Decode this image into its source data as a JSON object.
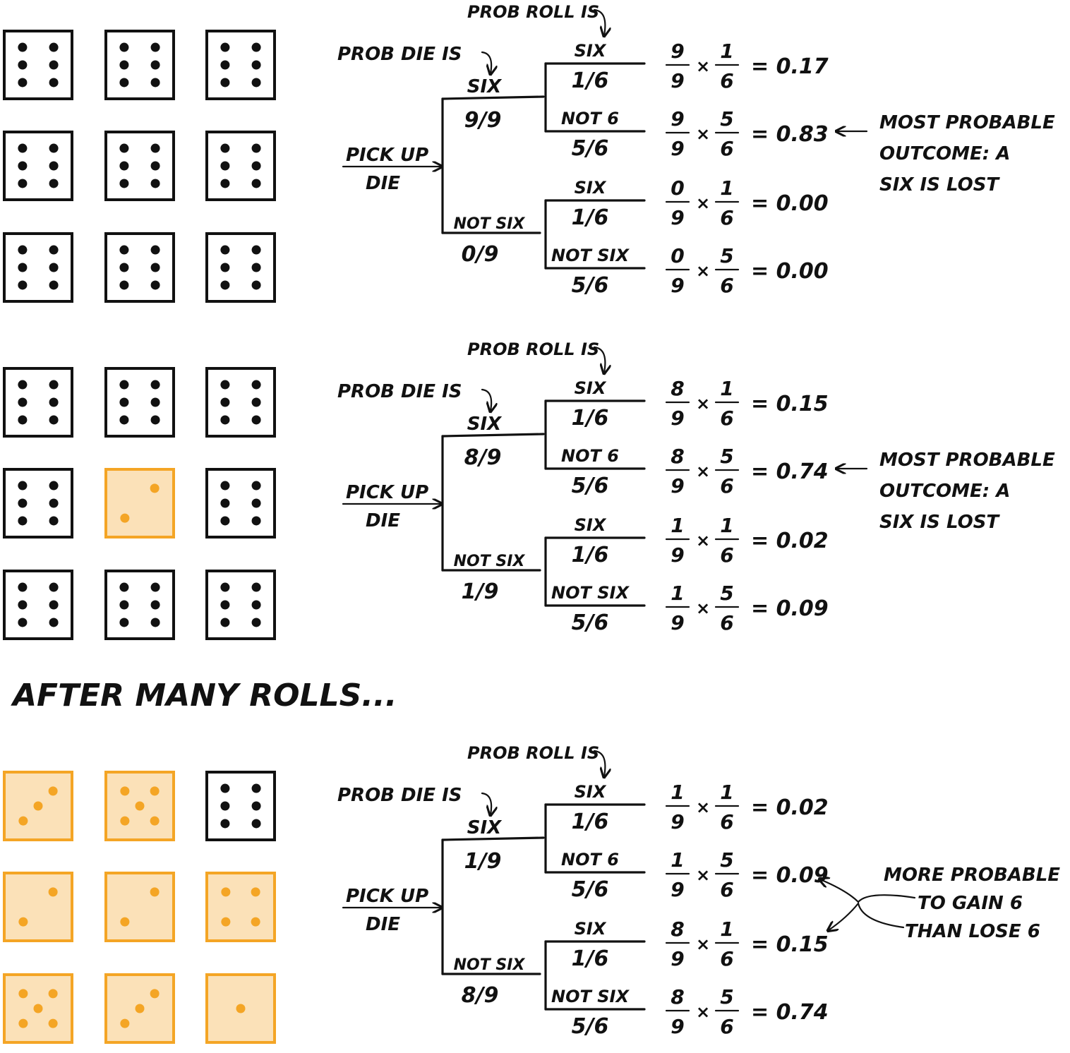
{
  "annotations": {
    "prob_roll_is": "PROB ROLL IS",
    "prob_die_is": "PROB DIE IS",
    "pick_up": "PICK UP",
    "die": "DIE"
  },
  "separator_text": "AFTER MANY ROLLS...",
  "trees": [
    {
      "dice_faces": [
        6,
        6,
        6,
        6,
        6,
        6,
        6,
        6,
        6
      ],
      "changed": [
        false,
        false,
        false,
        false,
        false,
        false,
        false,
        false,
        false
      ],
      "die_six_label": "SIX",
      "die_six_prob": "9/9",
      "die_not_label": "NOT SIX",
      "die_not_prob": "0/9",
      "leaves": [
        {
          "label": "SIX",
          "prob": "1/6",
          "a_num": "9",
          "a_den": "9",
          "b_num": "1",
          "b_den": "6",
          "result": "= 0.17"
        },
        {
          "label": "NOT 6",
          "prob": "5/6",
          "a_num": "9",
          "a_den": "9",
          "b_num": "5",
          "b_den": "6",
          "result": "= 0.83"
        },
        {
          "label": "SIX",
          "prob": "1/6",
          "a_num": "0",
          "a_den": "9",
          "b_num": "1",
          "b_den": "6",
          "result": "= 0.00"
        },
        {
          "label": "NOT SIX",
          "prob": "5/6",
          "a_num": "0",
          "a_den": "9",
          "b_num": "5",
          "b_den": "6",
          "result": "= 0.00"
        }
      ],
      "note_lines": [
        "MOST PROBABLE",
        "OUTCOME: A",
        "SIX IS LOST"
      ]
    },
    {
      "dice_faces": [
        6,
        6,
        6,
        6,
        2,
        6,
        6,
        6,
        6
      ],
      "changed": [
        false,
        false,
        false,
        false,
        true,
        false,
        false,
        false,
        false
      ],
      "die_six_label": "SIX",
      "die_six_prob": "8/9",
      "die_not_label": "NOT SIX",
      "die_not_prob": "1/9",
      "leaves": [
        {
          "label": "SIX",
          "prob": "1/6",
          "a_num": "8",
          "a_den": "9",
          "b_num": "1",
          "b_den": "6",
          "result": "= 0.15"
        },
        {
          "label": "NOT 6",
          "prob": "5/6",
          "a_num": "8",
          "a_den": "9",
          "b_num": "5",
          "b_den": "6",
          "result": "= 0.74"
        },
        {
          "label": "SIX",
          "prob": "1/6",
          "a_num": "1",
          "a_den": "9",
          "b_num": "1",
          "b_den": "6",
          "result": "= 0.02"
        },
        {
          "label": "NOT SIX",
          "prob": "5/6",
          "a_num": "1",
          "a_den": "9",
          "b_num": "5",
          "b_den": "6",
          "result": "= 0.09"
        }
      ],
      "note_lines": [
        "MOST PROBABLE",
        "OUTCOME: A",
        "SIX IS LOST"
      ]
    },
    {
      "dice_faces": [
        3,
        5,
        6,
        2,
        2,
        4,
        5,
        3,
        1
      ],
      "changed": [
        true,
        true,
        false,
        true,
        true,
        true,
        true,
        true,
        true
      ],
      "die_six_label": "SIX",
      "die_six_prob": "1/9",
      "die_not_label": "NOT SIX",
      "die_not_prob": "8/9",
      "leaves": [
        {
          "label": "SIX",
          "prob": "1/6",
          "a_num": "1",
          "a_den": "9",
          "b_num": "1",
          "b_den": "6",
          "result": "= 0.02"
        },
        {
          "label": "NOT 6",
          "prob": "5/6",
          "a_num": "1",
          "a_den": "9",
          "b_num": "5",
          "b_den": "6",
          "result": "= 0.09"
        },
        {
          "label": "SIX",
          "prob": "1/6",
          "a_num": "8",
          "a_den": "9",
          "b_num": "1",
          "b_den": "6",
          "result": "= 0.15"
        },
        {
          "label": "NOT SIX",
          "prob": "5/6",
          "a_num": "8",
          "a_den": "9",
          "b_num": "5",
          "b_den": "6",
          "result": "= 0.74"
        }
      ],
      "note_lines": [
        "MORE PROBABLE",
        "TO GAIN 6",
        "THAN LOSE 6"
      ]
    }
  ],
  "colors": {
    "ink": "#111111",
    "highlight_fill": "#fbe1b8",
    "highlight_stroke": "#f4a525"
  }
}
